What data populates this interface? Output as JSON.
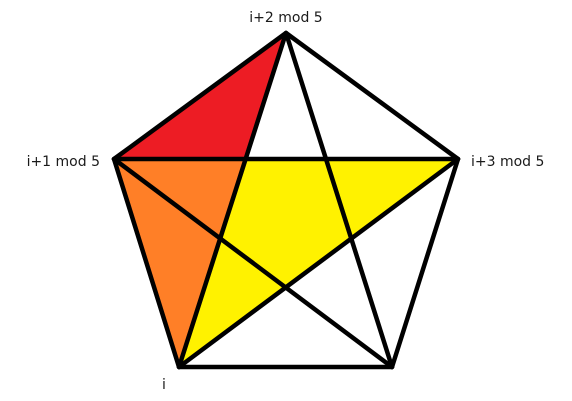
{
  "labels": {
    "top": "i+2 mod 5",
    "left": "i+1 mod 5",
    "right": "i+3 mod 5",
    "bottom_left": "i"
  },
  "colors": {
    "red": "#ed1c24",
    "orange": "#ff7f27",
    "yellow": "#fff200",
    "line": "#000000",
    "background": "#ffffff"
  }
}
